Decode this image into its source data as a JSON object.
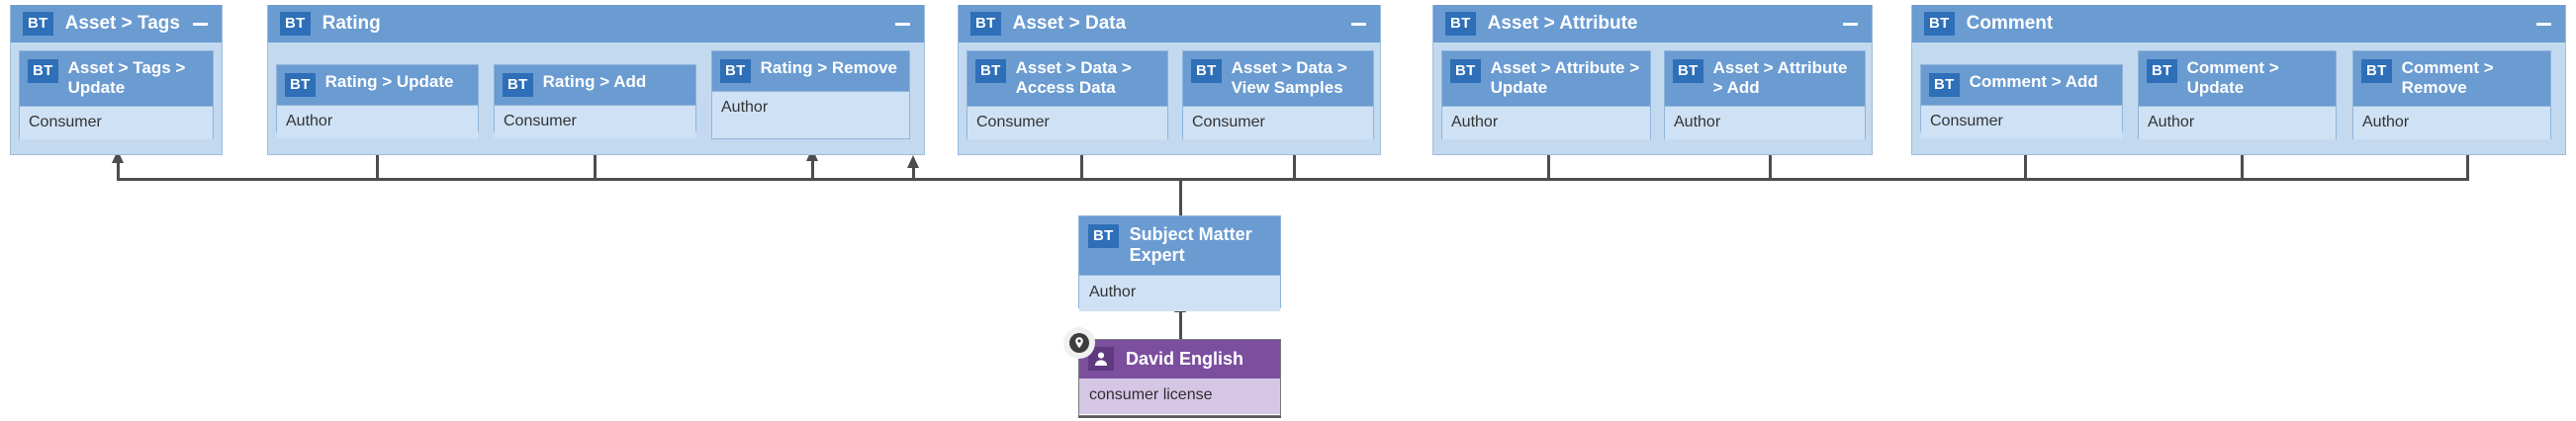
{
  "meta": {
    "bt_badge": "BT",
    "minimize_label": "—",
    "icons": {
      "bt": "bt-badge-icon",
      "minimize": "minimize-icon",
      "user": "user-icon",
      "pin": "location-pin-icon"
    },
    "colors": {
      "panel_header": "#6a9bd1",
      "panel_body": "#c3d9ef",
      "card_body": "#cfe2f5",
      "bt_badge": "#2e6fb7",
      "connector": "#4d4d4d",
      "user_header": "#7b4f9e",
      "user_body": "#d6c6e6"
    }
  },
  "panels": [
    {
      "title": "Asset > Tags",
      "minimize": "—",
      "cards": [
        {
          "title": "Asset > Tags > Update",
          "role": "Consumer"
        }
      ]
    },
    {
      "title": "Rating",
      "minimize": "—",
      "cards": [
        {
          "title": "Rating > Update",
          "role": "Author"
        },
        {
          "title": "Rating > Add",
          "role": "Consumer"
        },
        {
          "title": "Rating > Remove",
          "role": "Author"
        }
      ]
    },
    {
      "title": "Asset > Data",
      "minimize": "—",
      "cards": [
        {
          "title": "Asset > Data > Access Data",
          "role": "Consumer"
        },
        {
          "title": "Asset > Data > View Samples",
          "role": "Consumer"
        }
      ]
    },
    {
      "title": "Asset > Attribute",
      "minimize": "—",
      "cards": [
        {
          "title": "Asset > Attribute > Update",
          "role": "Author"
        },
        {
          "title": "Asset > Attribute > Add",
          "role": "Author"
        }
      ]
    },
    {
      "title": "Comment",
      "minimize": "—",
      "cards": [
        {
          "title": "Comment > Add",
          "role": "Consumer"
        },
        {
          "title": "Comment > Update",
          "role": "Author"
        },
        {
          "title": "Comment > Remove",
          "role": "Author"
        }
      ]
    }
  ],
  "role_node": {
    "title": "Subject Matter Expert",
    "role": "Author"
  },
  "user_node": {
    "name": "David English",
    "license": "consumer license"
  }
}
